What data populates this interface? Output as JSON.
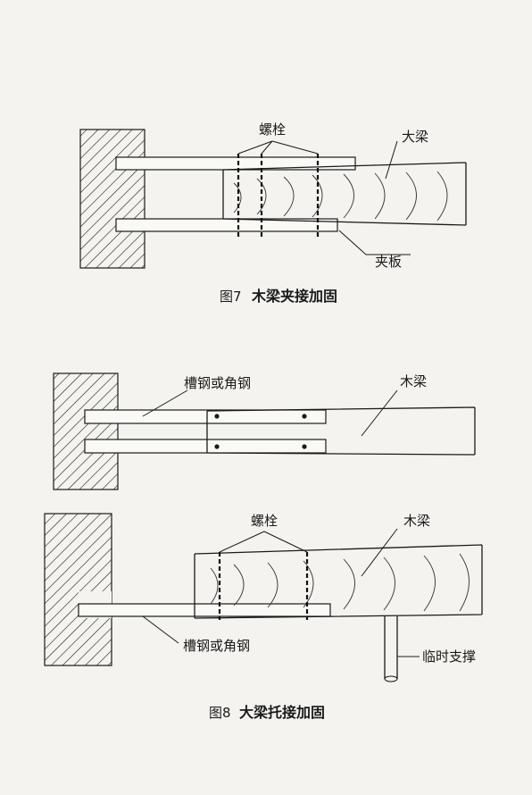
{
  "figure7": {
    "caption_num": "图7",
    "caption_text": "木梁夹接加固",
    "label_bolt": "螺栓",
    "label_beam": "大梁",
    "label_plate": "夹板"
  },
  "figure8": {
    "caption_num": "图8",
    "caption_text": "大梁托接加固",
    "top": {
      "label_channel": "槽钢或角钢",
      "label_beam": "木梁"
    },
    "bottom": {
      "label_bolt": "螺栓",
      "label_beam": "木梁",
      "label_channel": "槽钢或角钢",
      "label_support": "临时支撑"
    }
  }
}
